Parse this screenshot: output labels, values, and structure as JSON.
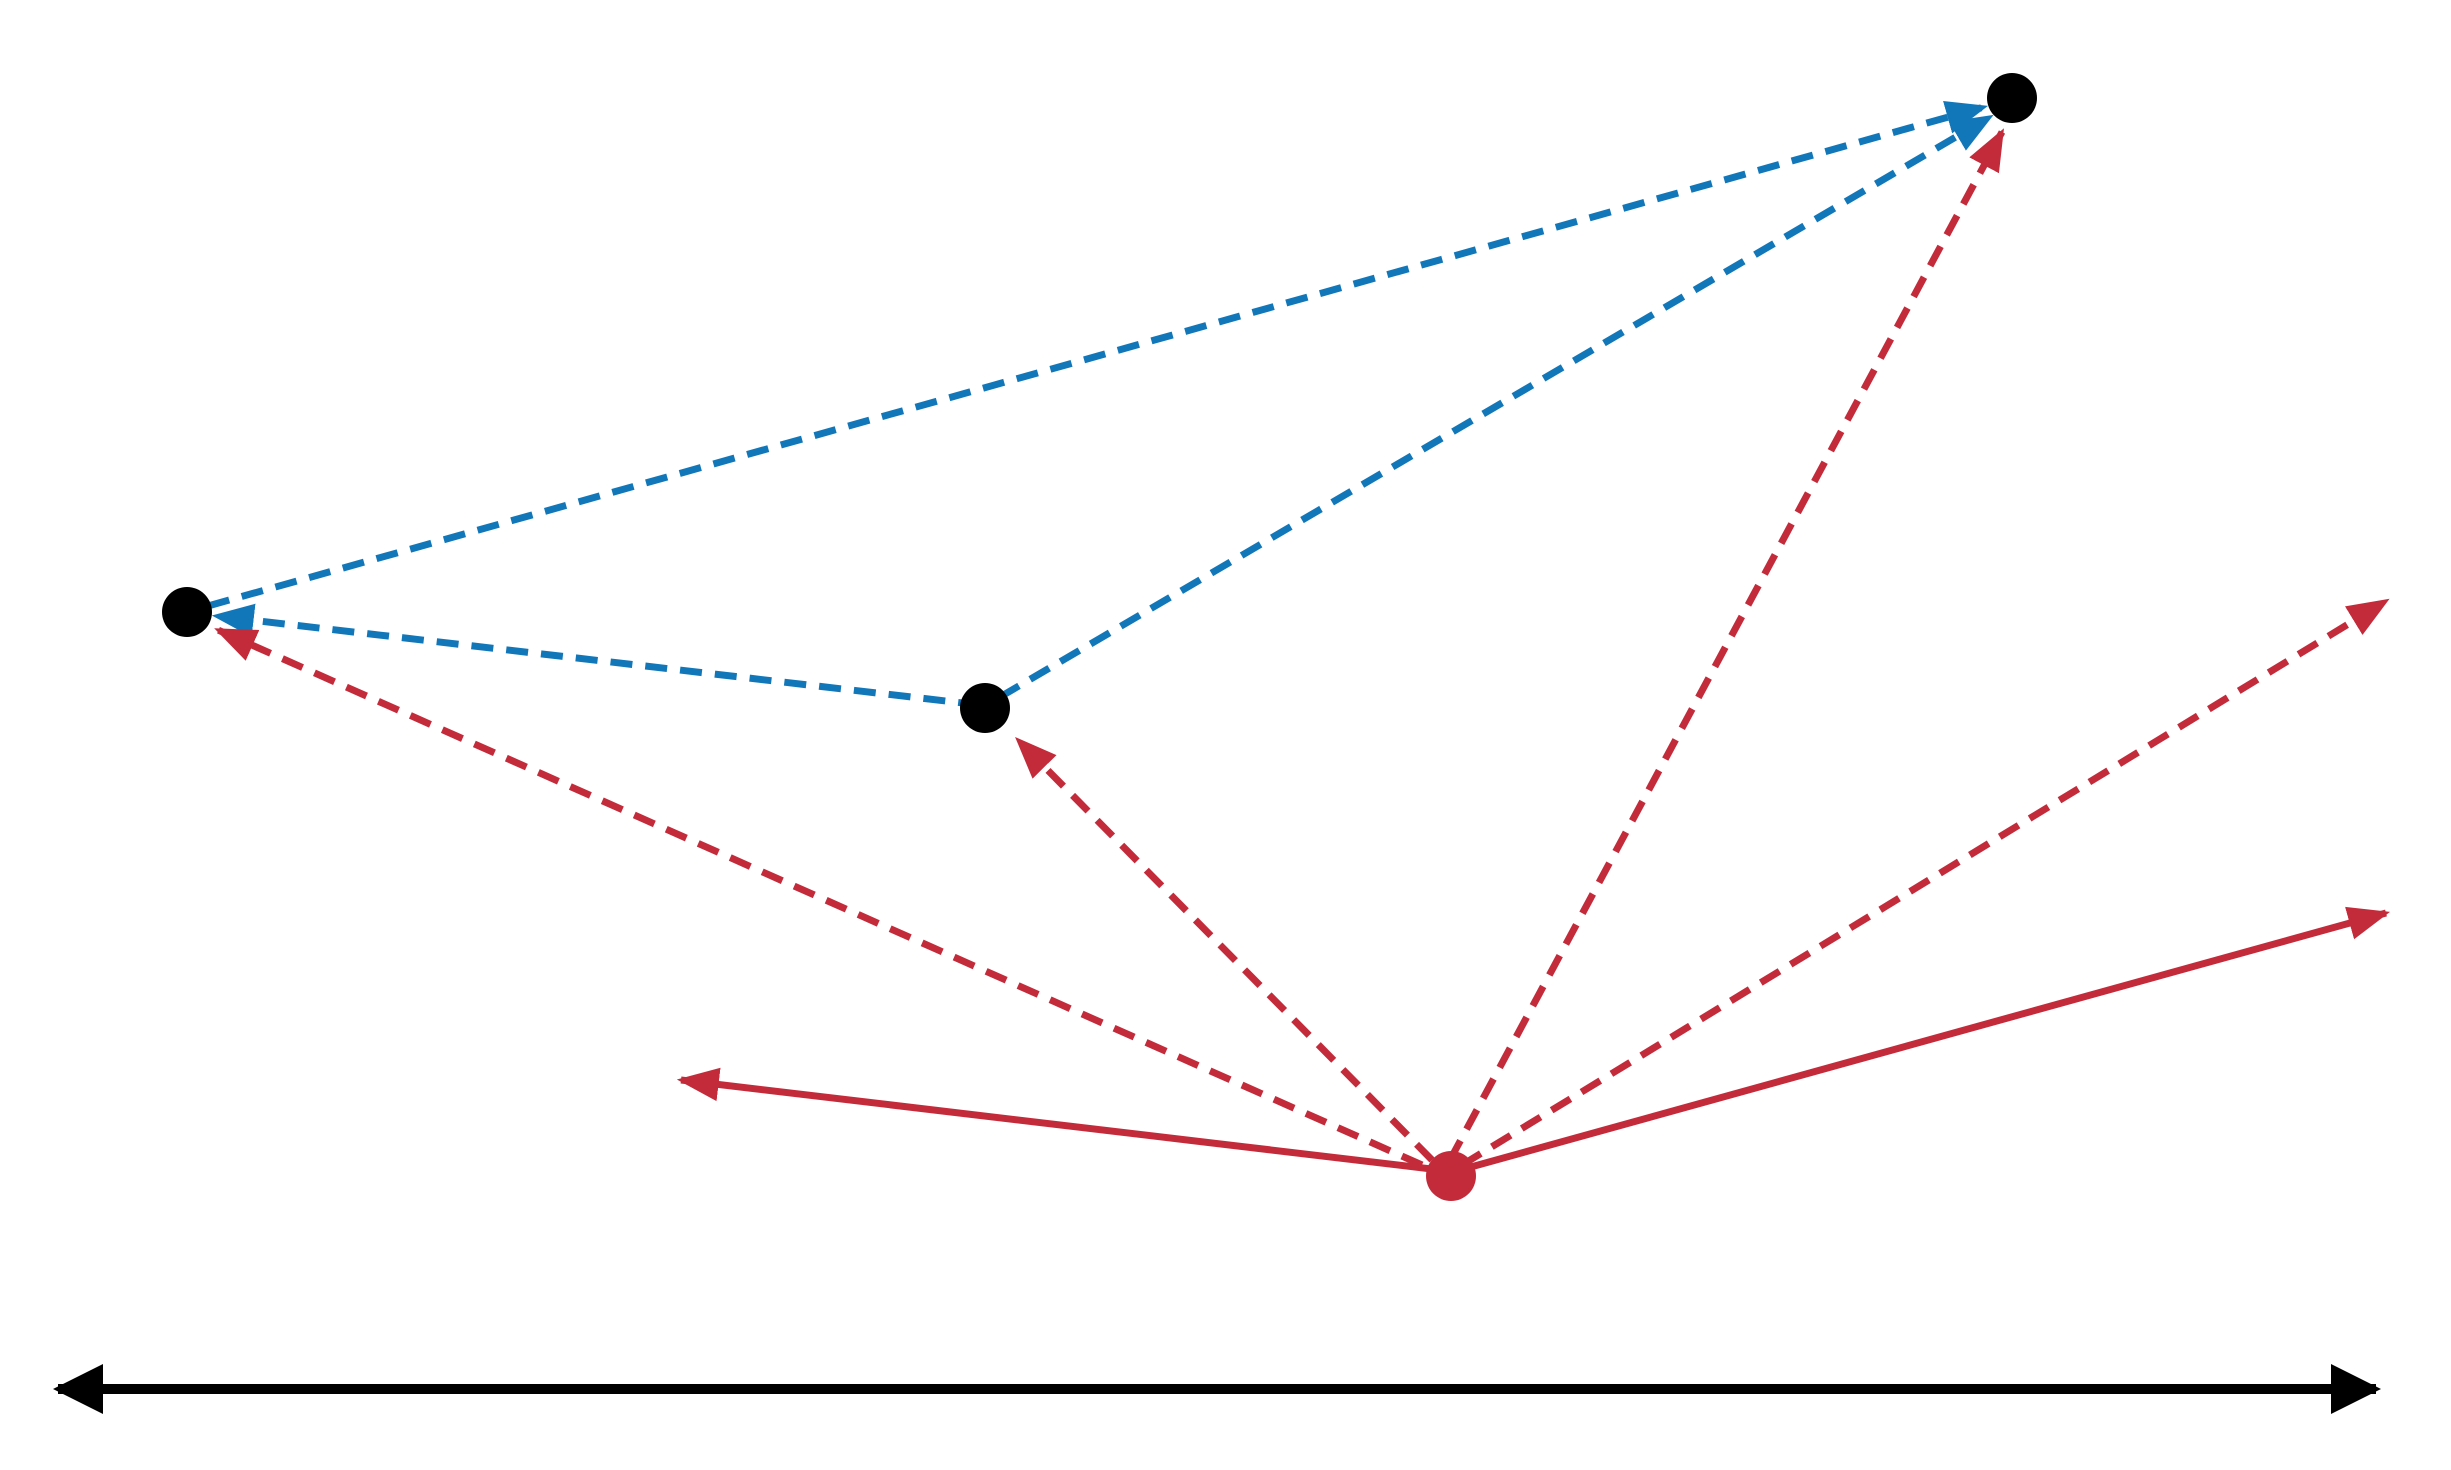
{
  "colors": {
    "background": "#ffffff",
    "node": "#000000",
    "source_node": "#c42b3a",
    "red_arrow": "#c42b3a",
    "blue_arrow": "#1277b9",
    "axis": "#000000"
  },
  "nodes": [
    {
      "id": "node-left",
      "kind": "target"
    },
    {
      "id": "node-middle",
      "kind": "target"
    },
    {
      "id": "node-top-right",
      "kind": "target"
    },
    {
      "id": "node-source",
      "kind": "source"
    }
  ],
  "arrows": [
    {
      "id": "red-solid-left",
      "from": "node-source",
      "to": "open-left",
      "color": "red",
      "style": "solid"
    },
    {
      "id": "red-solid-right",
      "from": "node-source",
      "to": "open-right-low",
      "color": "red",
      "style": "solid"
    },
    {
      "id": "red-dashed-to-left",
      "from": "node-source",
      "to": "node-left",
      "color": "red",
      "style": "dashed"
    },
    {
      "id": "red-dashed-to-middle",
      "from": "node-source",
      "to": "node-middle",
      "color": "red",
      "style": "dashed"
    },
    {
      "id": "red-dashed-to-top-right",
      "from": "node-source",
      "to": "node-top-right",
      "color": "red",
      "style": "dashed"
    },
    {
      "id": "red-dashed-to-right",
      "from": "node-source",
      "to": "open-right-high",
      "color": "red",
      "style": "dashed"
    },
    {
      "id": "blue-dashed-middle-to-left",
      "from": "node-middle",
      "to": "node-left",
      "color": "blue",
      "style": "dashed"
    },
    {
      "id": "blue-dashed-middle-to-top-right",
      "from": "node-middle",
      "to": "node-top-right",
      "color": "blue",
      "style": "dashed"
    },
    {
      "id": "blue-dashed-left-to-top-right",
      "from": "node-left",
      "to": "node-top-right",
      "color": "blue",
      "style": "dashed"
    }
  ],
  "axis": {
    "id": "horizontal-axis",
    "direction": "bidirectional"
  }
}
